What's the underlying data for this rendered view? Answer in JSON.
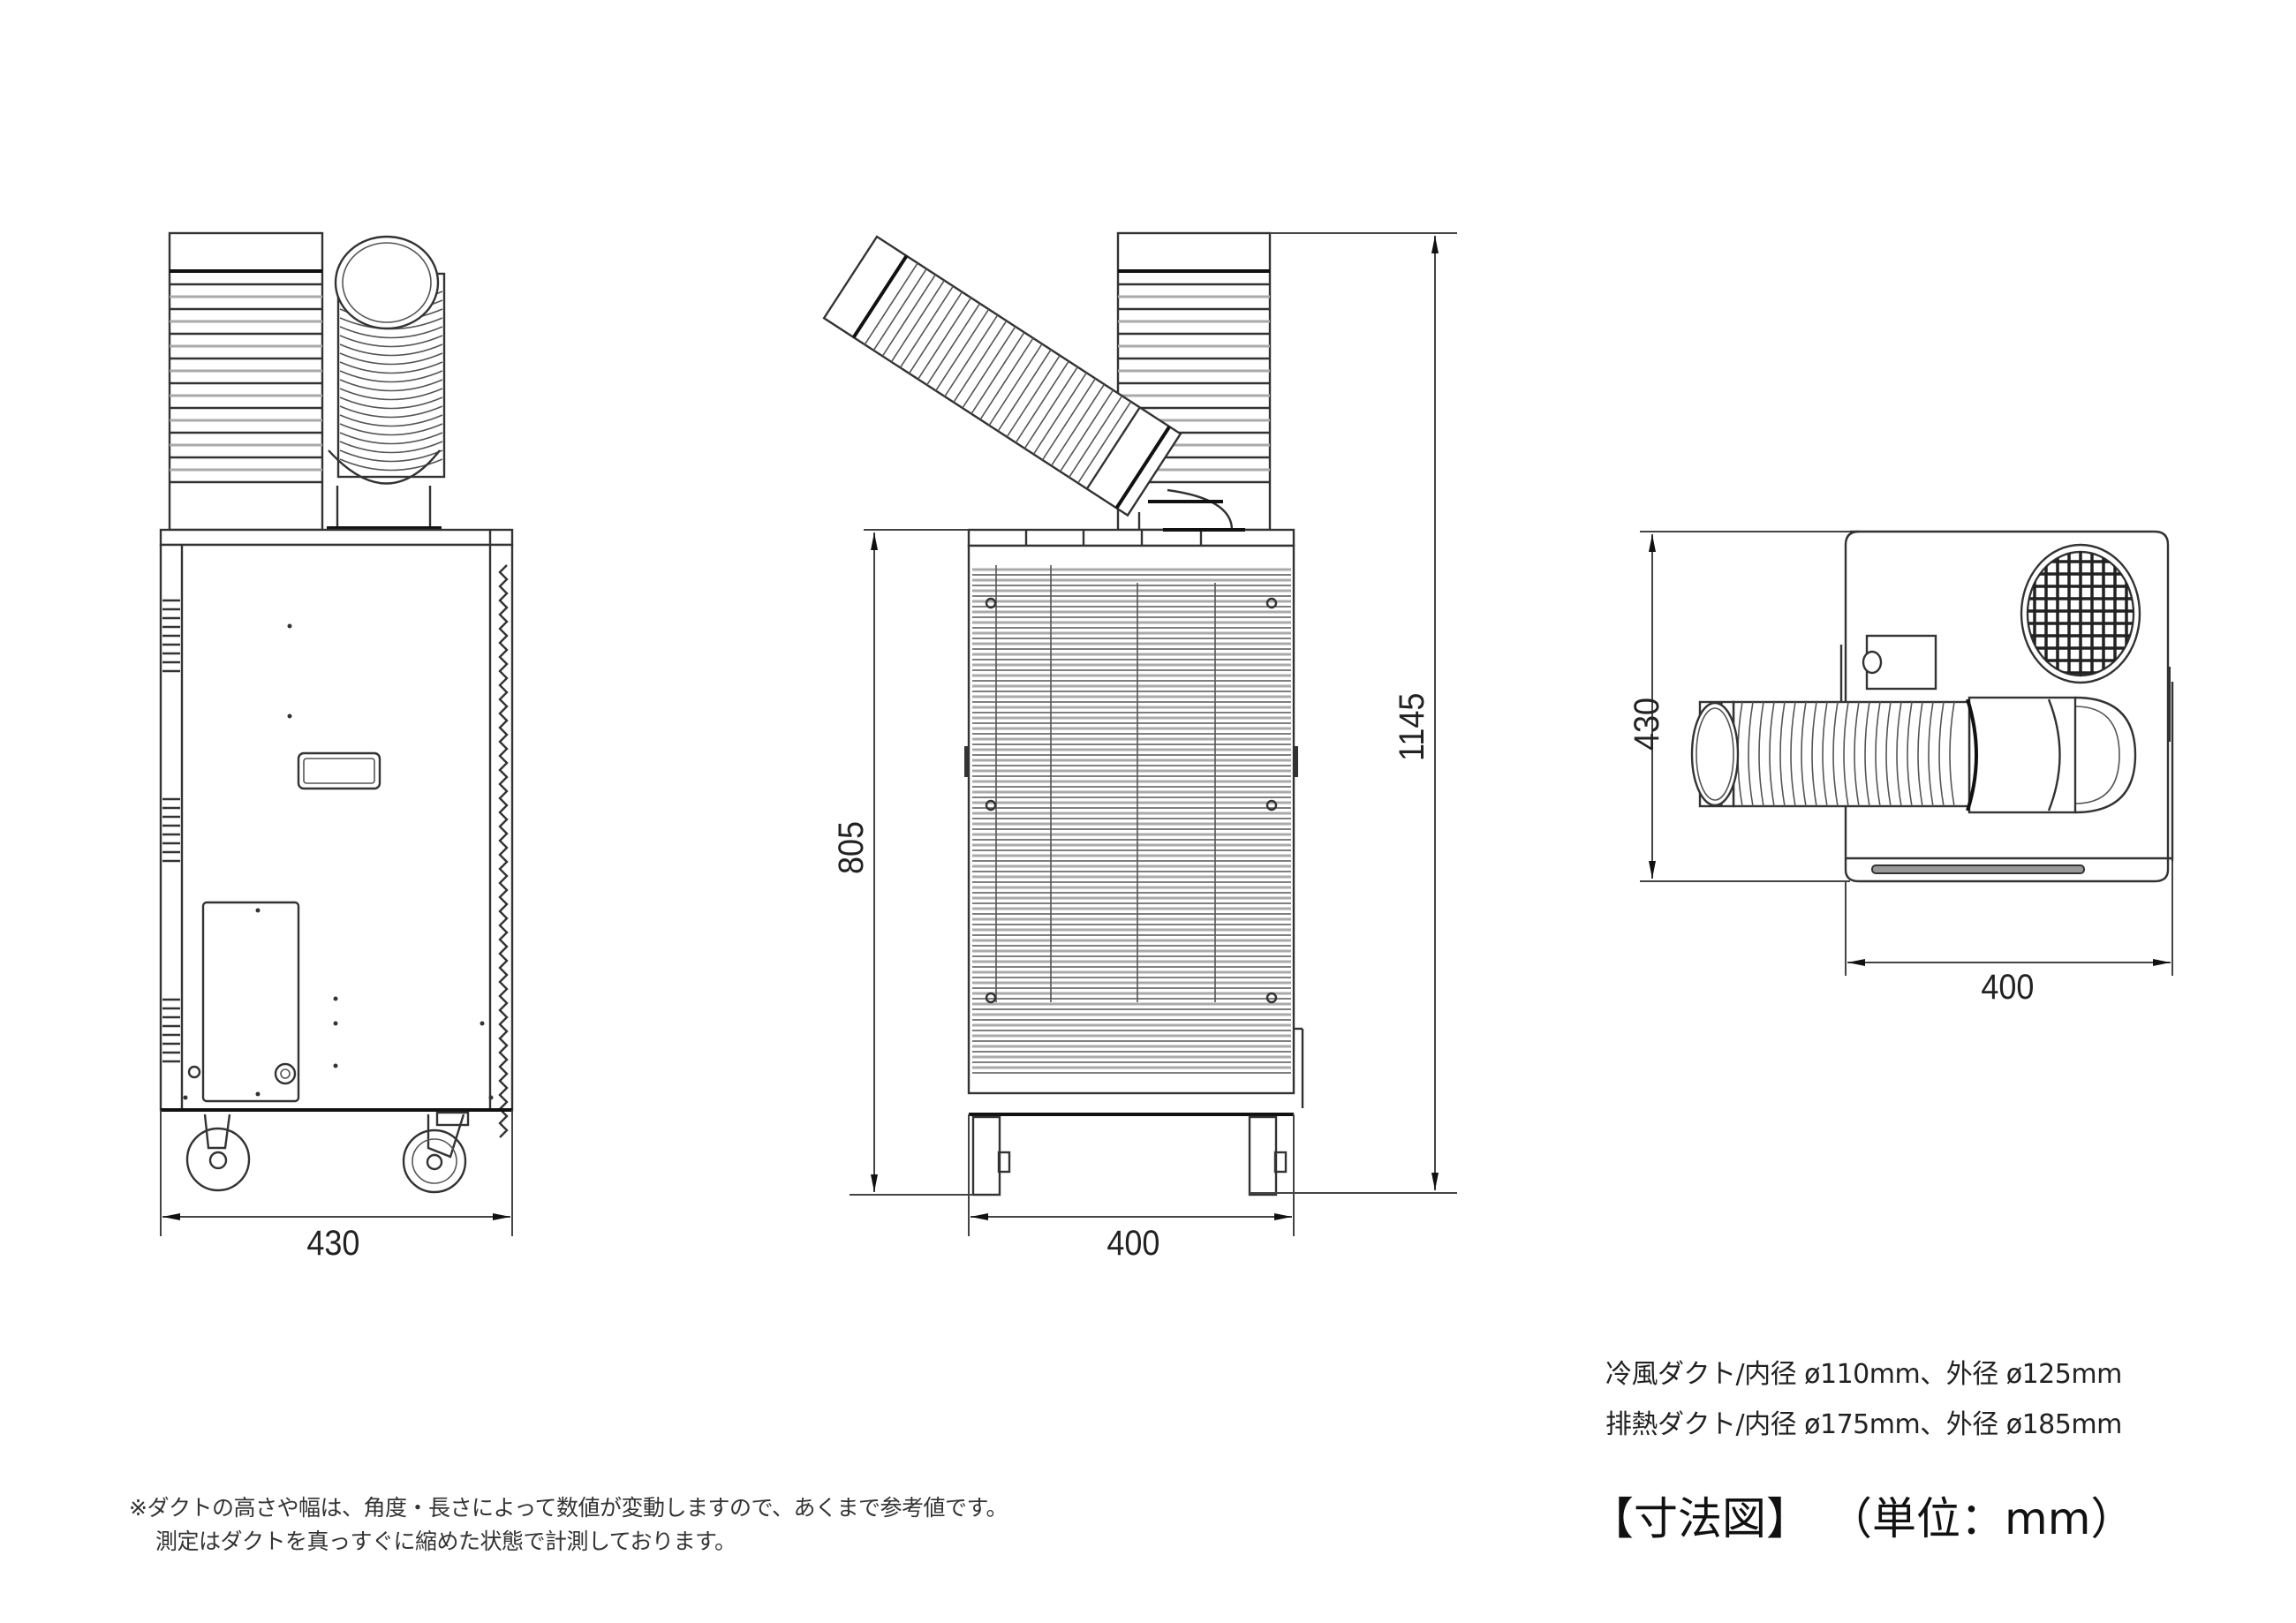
{
  "title": {
    "main": "【寸法図】",
    "unit": "（単位：mm）"
  },
  "views": {
    "front": {
      "label": "front-view",
      "width_dim": "430"
    },
    "side": {
      "label": "side-view",
      "width_dim": "400",
      "body_height_dim": "805",
      "total_height_dim": "1145"
    },
    "top": {
      "label": "top-view",
      "depth_dim": "430",
      "width_dim": "400"
    }
  },
  "specs": [
    {
      "text": "冷風ダクト/内径 ø110mm、外径 ø125mm"
    },
    {
      "text": "排熱ダクト/内径 ø175mm、外径 ø185mm"
    }
  ],
  "notes": [
    {
      "text": "※ダクトの高さや幅は、角度・長さによって数値が変動しますので、あくまで参考値です。"
    },
    {
      "text": "測定はダクトを真っすぐに縮めた状態で計測しております。"
    }
  ],
  "colors": {
    "line": "#333333",
    "background": "#ffffff",
    "louver_gray": "#aaaaaa"
  }
}
